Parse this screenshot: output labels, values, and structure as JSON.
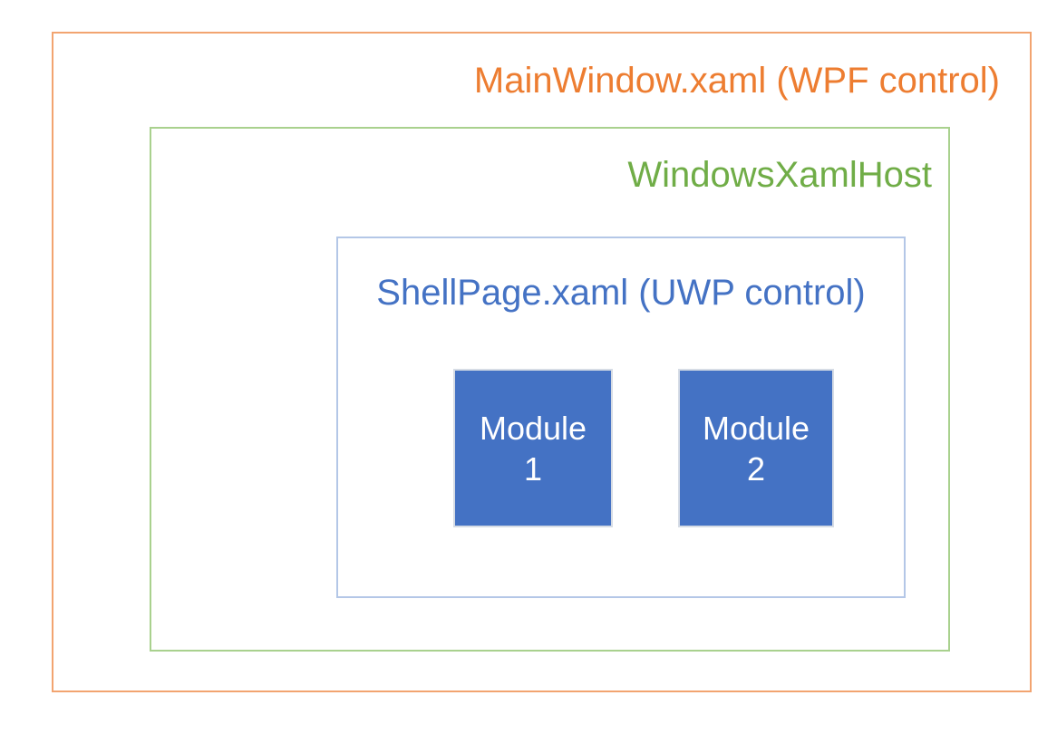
{
  "diagram": {
    "background_color": "#FFFFFF",
    "mainwindow_box": {
      "label": "MainWindow.xaml (WPF control)",
      "text_color": "#ED7D31",
      "border_color": "#F2A470"
    },
    "xamlhost_box": {
      "label": "WindowsXamlHost",
      "text_color": "#70AD47",
      "border_color": "#A9D18E"
    },
    "shellpage_box": {
      "label": "ShellPage.xaml (UWP control)",
      "text_color": "#4472C4",
      "border_color": "#B4C7E7"
    },
    "modules": [
      {
        "lines": [
          "Module",
          "1"
        ]
      },
      {
        "lines": [
          "Module",
          "2"
        ]
      }
    ],
    "module_style": {
      "fill_color": "#4472C4",
      "text_color": "#FFFFFF",
      "border_color": "#D6DCE5"
    }
  }
}
